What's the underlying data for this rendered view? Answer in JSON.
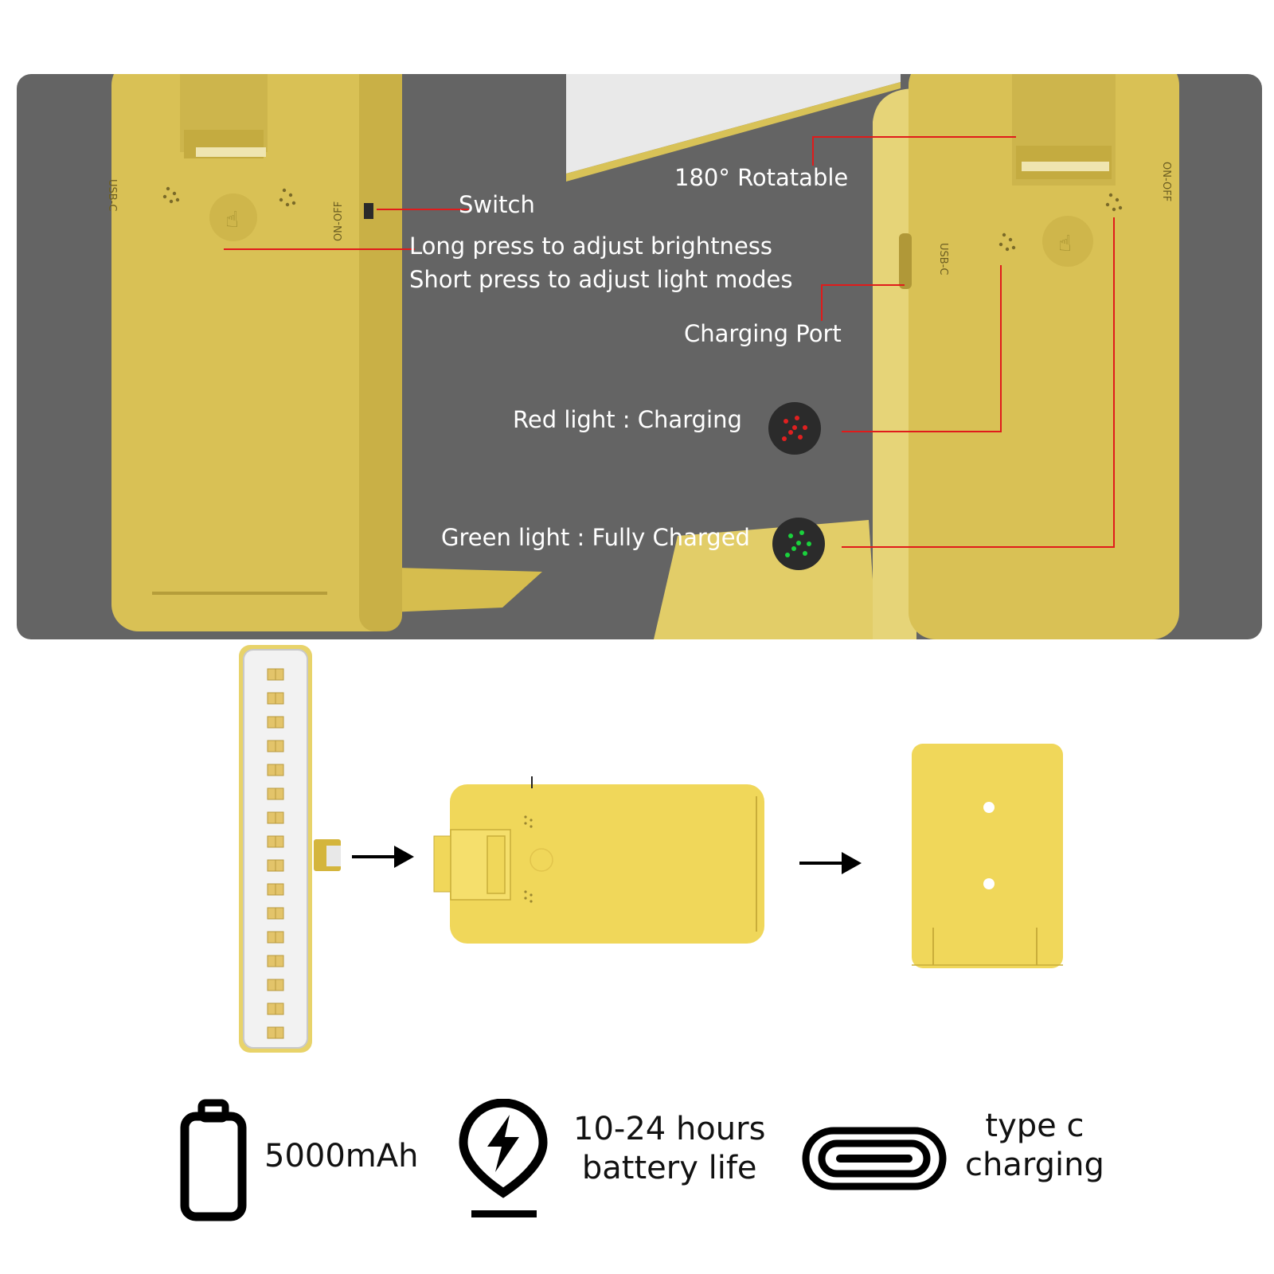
{
  "callouts": {
    "rotatable": "180° Rotatable",
    "switch": "Switch",
    "long_press": "Long press to adjust brightness",
    "short_press": "Short press to adjust light modes",
    "charging_port": "Charging Port",
    "red_light": "Red light : Charging",
    "green_light": "Green light : Fully Charged"
  },
  "device_labels": {
    "left_usb": "USB-C",
    "left_onoff": "ON-OFF",
    "right_usb": "USB-C",
    "right_onoff": "ON-OFF"
  },
  "features": [
    {
      "icon": "battery-icon",
      "line1": "5000mAh",
      "line2": ""
    },
    {
      "icon": "lightning-pin-icon",
      "line1": "10-24 hours",
      "line2": "battery life"
    },
    {
      "icon": "usb-c-port-icon",
      "line1": "type c",
      "line2": "charging"
    }
  ],
  "colors": {
    "panel_bg": "#646464",
    "device_yellow": "#dcc458",
    "diagram_yellow": "#f0d75a",
    "callout_line": "#e01b1b",
    "red_led": "#e02020",
    "green_led": "#1ad23c"
  }
}
